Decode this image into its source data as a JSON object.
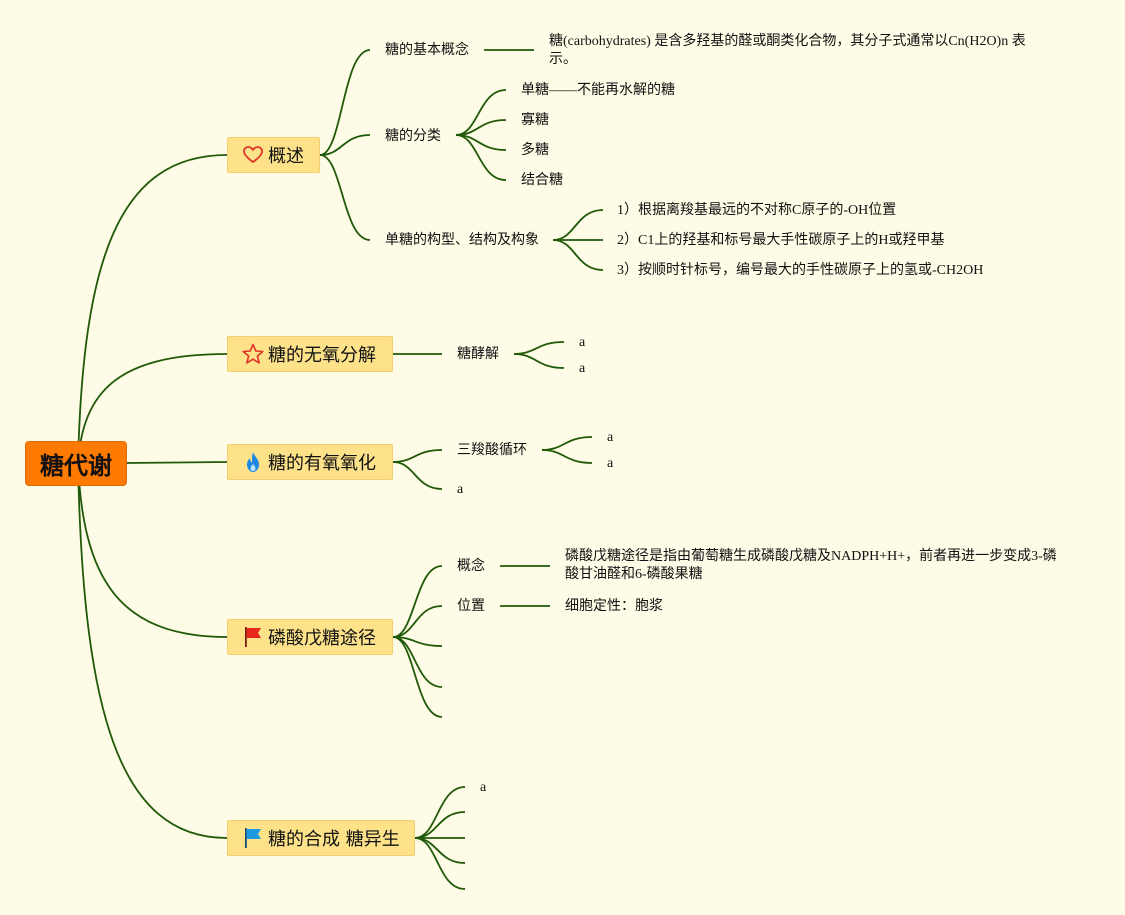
{
  "root": {
    "label": "糖代谢"
  },
  "colors": {
    "line": "#1f5a08",
    "root_bg": "#ff7a00",
    "topic_bg": "#fde28a",
    "background": "#fefbe6",
    "heart": "#e0332a",
    "star": "#e0332a",
    "flame": "#1e88e5",
    "red_flag": "#e8261c",
    "blue_flag": "#1e9ae0"
  },
  "topics": [
    {
      "label": "概述",
      "icon": "heart-icon",
      "children": [
        {
          "label": "糖的基本概念",
          "detail": "糖(carbohydrates) 是含多羟基的醛或酮类化合物，其分子式通常以Cn(H2O)n 表示。"
        },
        {
          "label": "糖的分类",
          "children": [
            "单糖——不能再水解的糖",
            "寡糖",
            "多糖",
            "结合糖"
          ]
        },
        {
          "label": "单糖的构型、结构及构象",
          "children": [
            "1）根据离羧基最远的不对称C原子的-OH位置",
            "2）C1上的羟基和标号最大手性碳原子上的H或羟甲基",
            "3）按顺时针标号，编号最大的手性碳原子上的氢或-CH2OH"
          ]
        }
      ]
    },
    {
      "label": "糖的无氧分解",
      "icon": "star-icon",
      "children": [
        {
          "label": "糖酵解",
          "children": [
            "a",
            "a"
          ]
        }
      ]
    },
    {
      "label": "糖的有氧氧化",
      "icon": "flame-icon",
      "children": [
        {
          "label": "三羧酸循环",
          "children": [
            "a",
            "a"
          ]
        },
        {
          "label": "a"
        }
      ]
    },
    {
      "label": "磷酸戊糖途径",
      "icon": "red-flag-icon",
      "children": [
        {
          "label": "概念",
          "detail": "磷酸戊糖途径是指由葡萄糖生成磷酸戊糖及NADPH+H+，前者再进一步变成3-磷酸甘油醛和6-磷酸果糖"
        },
        {
          "label": "位置",
          "detail": "细胞定性：胞浆"
        },
        {
          "label": ""
        },
        {
          "label": ""
        },
        {
          "label": ""
        }
      ]
    },
    {
      "label": "糖的合成 糖异生",
      "icon": "blue-flag-icon",
      "children": [
        {
          "label": "a"
        },
        {
          "label": ""
        },
        {
          "label": ""
        },
        {
          "label": ""
        },
        {
          "label": ""
        }
      ]
    }
  ]
}
